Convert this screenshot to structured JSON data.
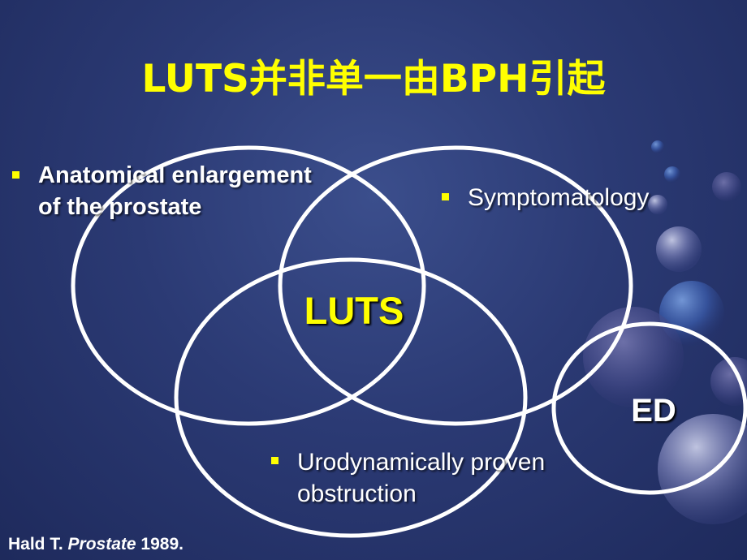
{
  "slide": {
    "title": "LUTS并非单一由BPH引起",
    "bullets": {
      "anatomical": "Anatomical enlargement of the prostate",
      "symptomatology": "Symptomatology",
      "urodynamic": "Urodynamically proven obstruction"
    },
    "center_label": "LUTS",
    "ed_label": "ED",
    "citation": {
      "author": "Hald T.",
      "journal": "Prostate",
      "year": "1989."
    }
  },
  "colors": {
    "title": "#ffff00",
    "bullet_marker": "#ffff00",
    "body_text": "#ffffff",
    "circle_stroke": "#ffffff",
    "background": "#2b3a74"
  }
}
